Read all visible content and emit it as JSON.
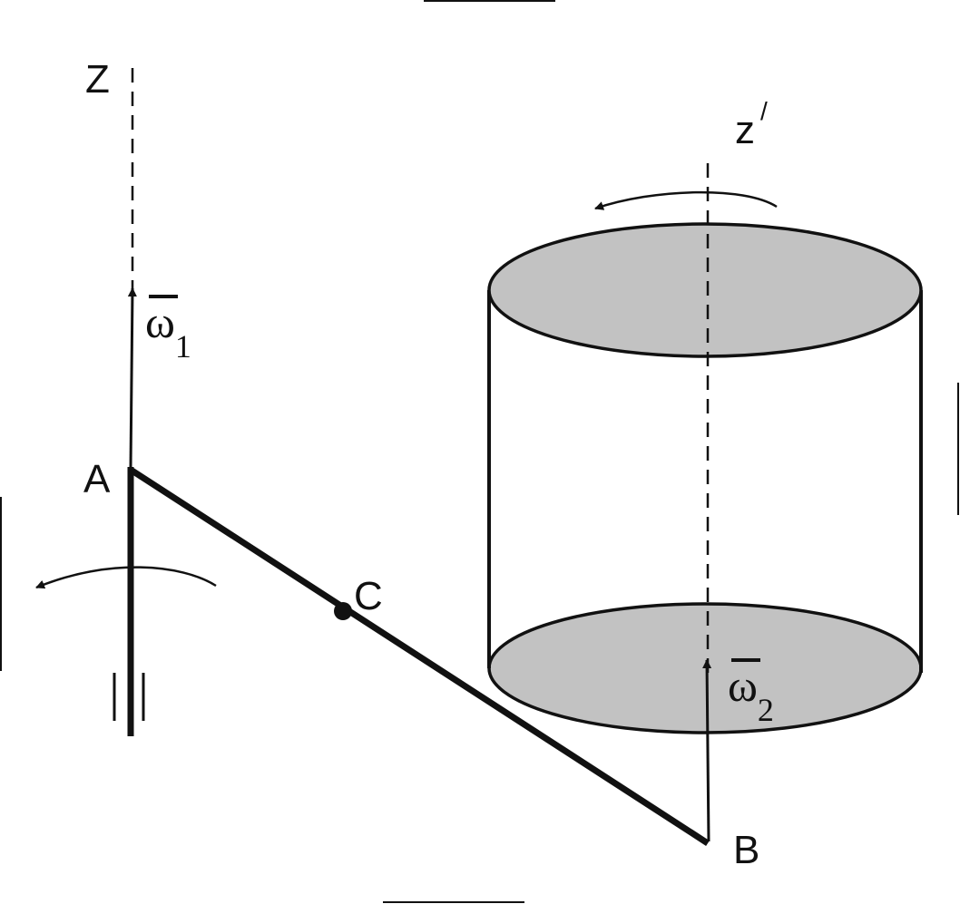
{
  "labels": {
    "axis_z": "Z",
    "axis_z_prime": "z",
    "axis_z_prime_mark": "/",
    "omega1_symbol": "ω",
    "omega1_sub": "1",
    "omega2_symbol": "ω",
    "omega2_sub": "2",
    "point_a": "A",
    "point_b": "B",
    "point_c": "C"
  },
  "colors": {
    "ink": "#111111",
    "disk_fill": "#c2c2c2",
    "background": "#ffffff"
  }
}
